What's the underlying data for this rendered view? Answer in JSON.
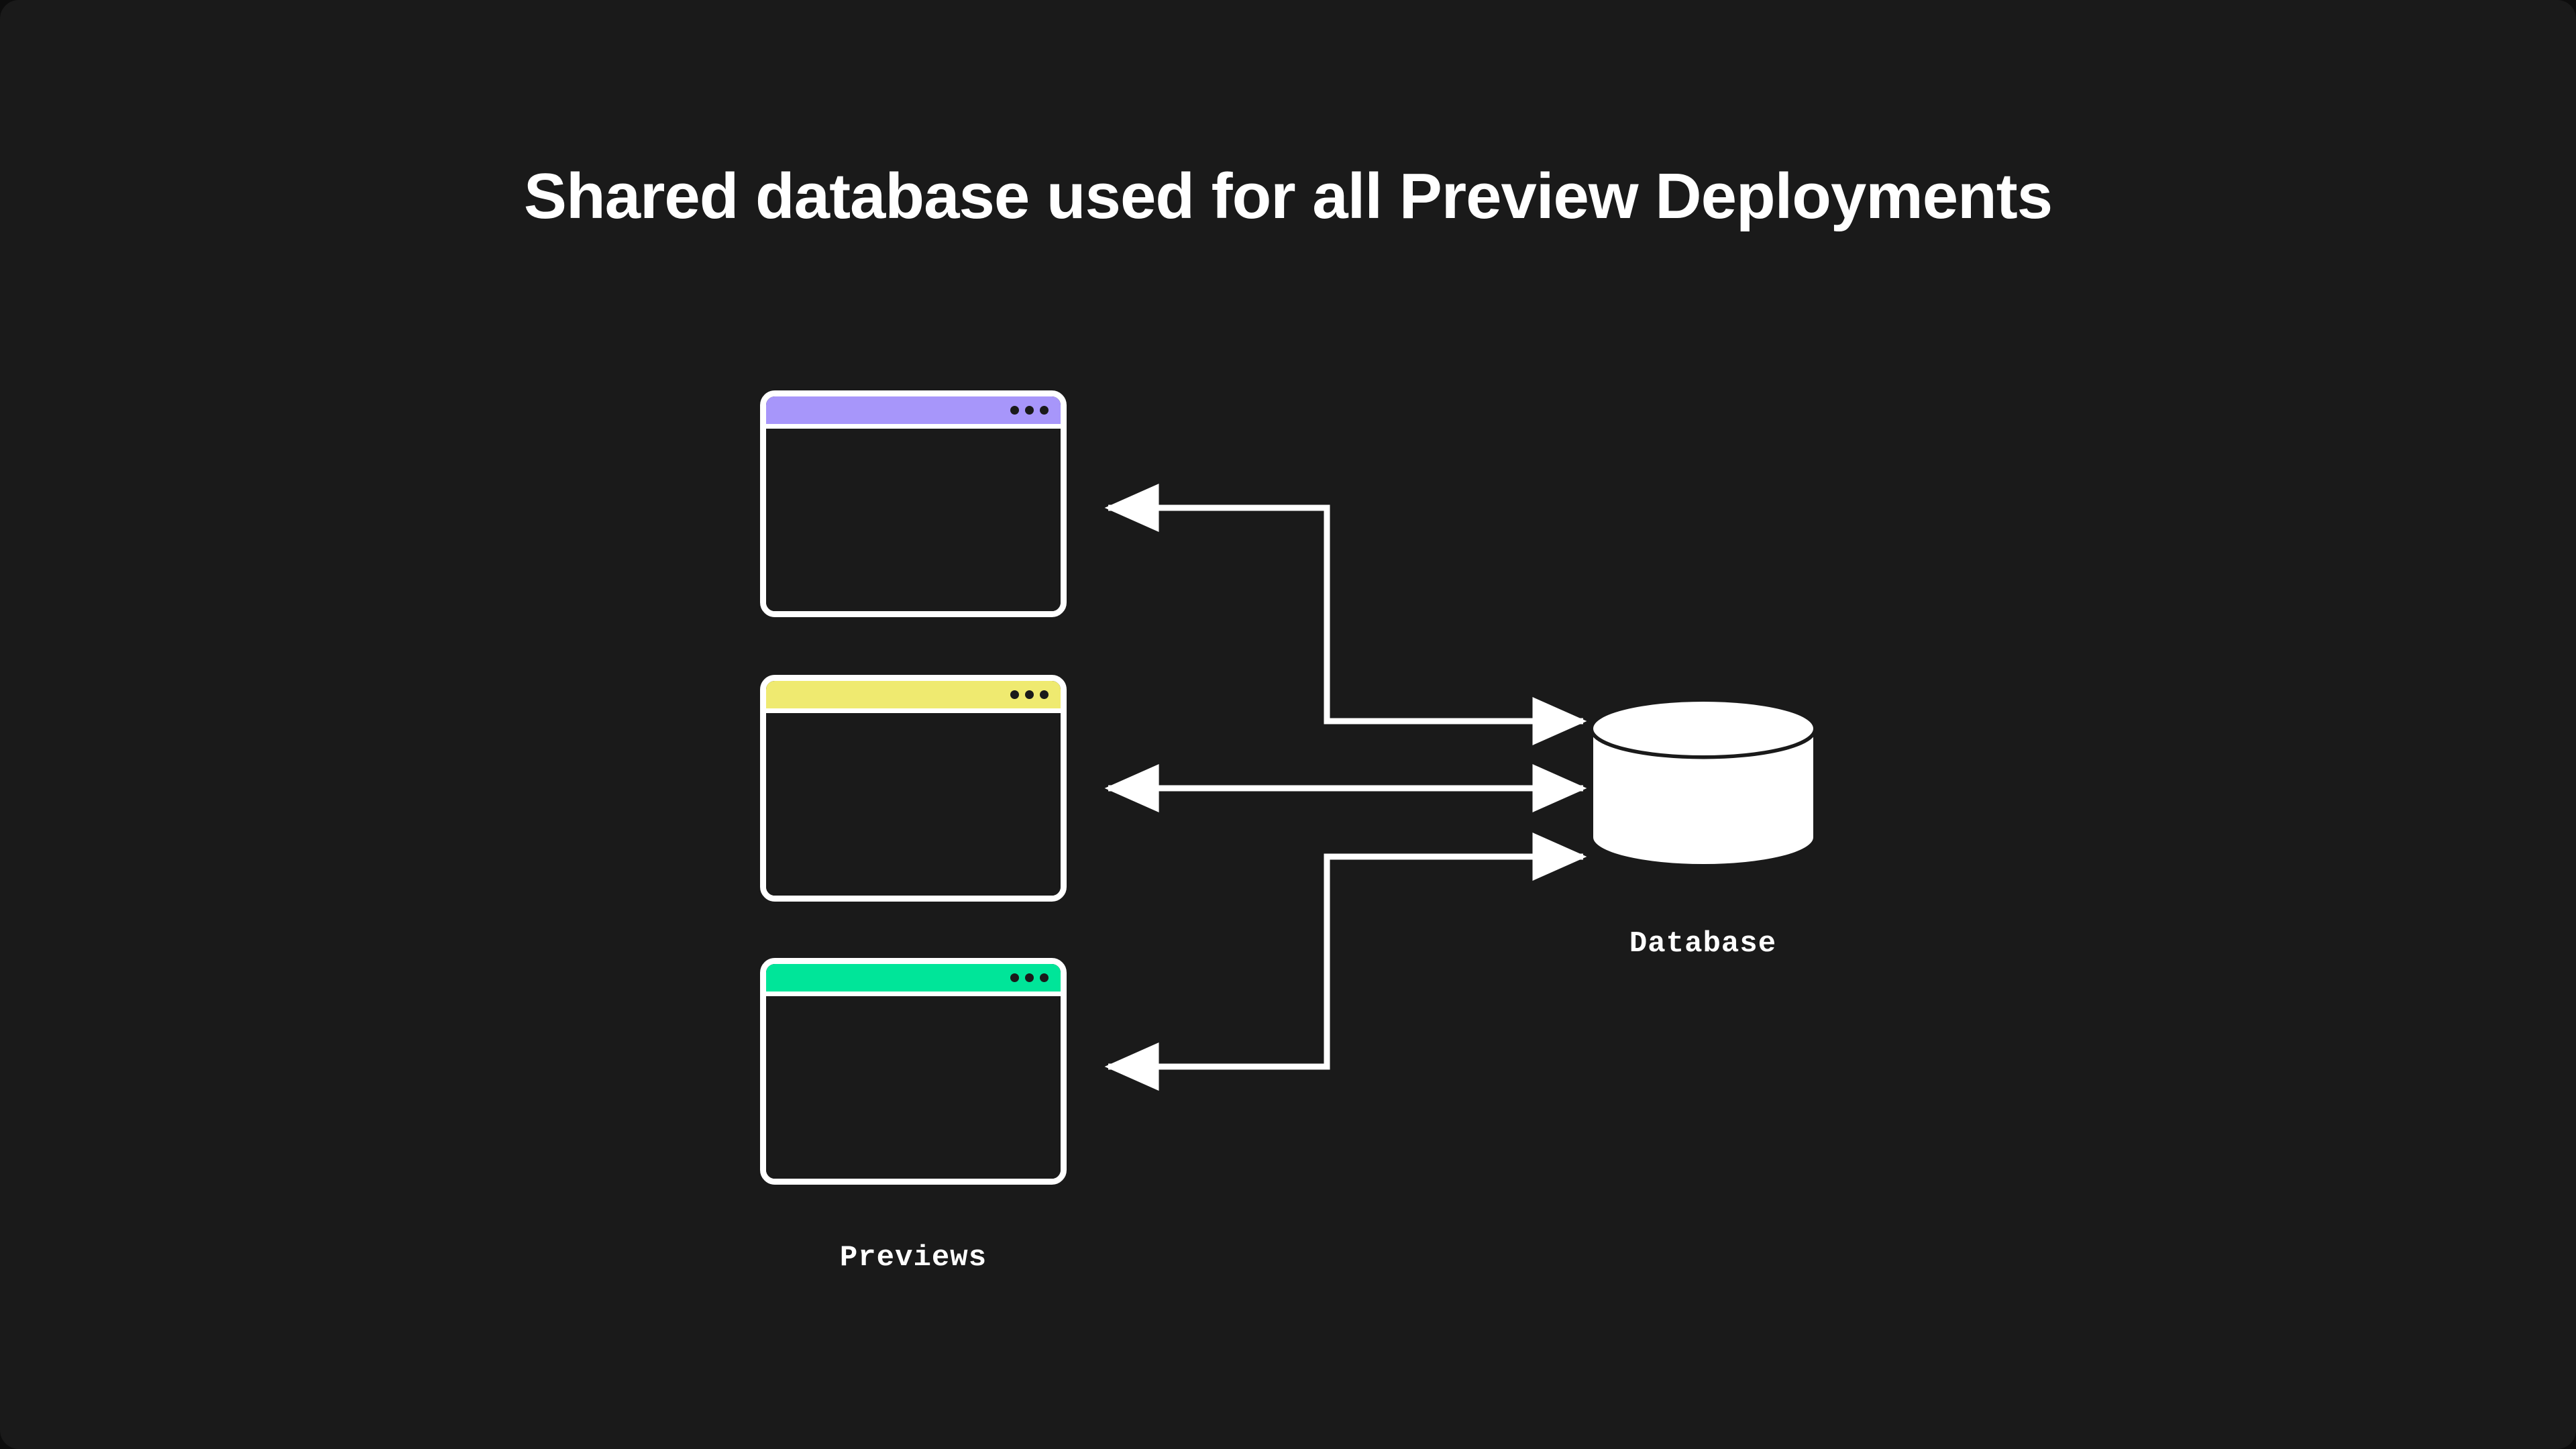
{
  "page": {
    "title": "Shared database used for all Preview Deployments",
    "background_color": "#1A1A1A",
    "foreground_color": "#FFFFFF"
  },
  "diagram": {
    "type": "architecture-diagram",
    "previews_label": "Previews",
    "database_label": "Database",
    "windows": [
      {
        "id": "window-purple",
        "name": "preview-window-1",
        "titlebar_color": "#A796FA",
        "dots": 3
      },
      {
        "id": "window-yellow",
        "name": "preview-window-2",
        "titlebar_color": "#EFEA70",
        "dots": 3
      },
      {
        "id": "window-green",
        "name": "preview-window-3",
        "titlebar_color": "#00E599",
        "dots": 3
      }
    ],
    "connectors": [
      {
        "name": "connector-preview-1-database",
        "direction": "bidirectional-routed",
        "from": "preview-window-1",
        "to": "database"
      },
      {
        "name": "connector-preview-2-database",
        "direction": "bidirectional",
        "from": "preview-window-2",
        "to": "database"
      },
      {
        "name": "connector-preview-3-database",
        "direction": "bidirectional-routed",
        "from": "preview-window-3",
        "to": "database"
      }
    ],
    "database": {
      "shape": "cylinder",
      "fill_color": "#FFFFFF"
    }
  }
}
